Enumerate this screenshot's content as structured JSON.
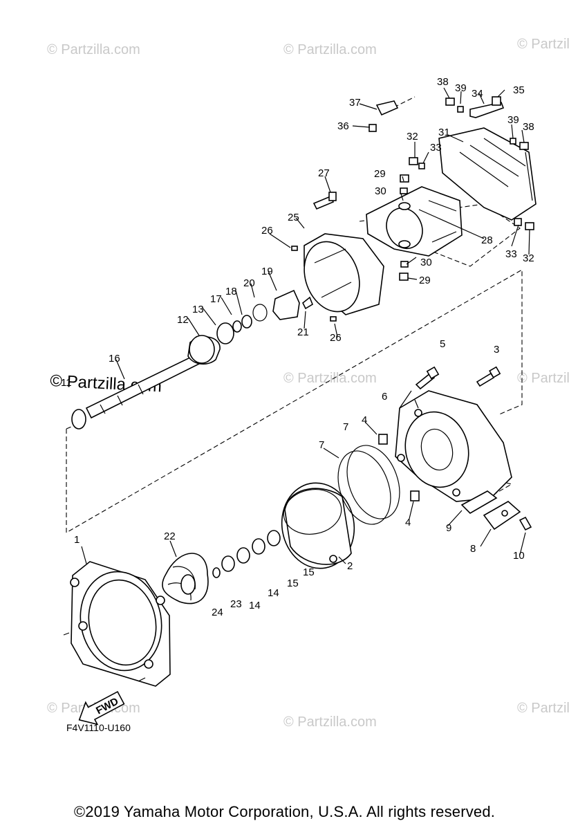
{
  "diagram": {
    "reference_code": "F4V1110-U160",
    "forward_marker": "FWD",
    "watermark_text": "© Partzilla.com",
    "watermark_overlay_text": "© Partzilla.com",
    "part_numbers": [
      "1",
      "2",
      "3",
      "4",
      "4",
      "5",
      "6",
      "7",
      "7",
      "8",
      "9",
      "10",
      "11",
      "12",
      "13",
      "14",
      "14",
      "15",
      "15",
      "16",
      "17",
      "18",
      "19",
      "20",
      "21",
      "22",
      "23",
      "24",
      "25",
      "26",
      "26",
      "27",
      "28",
      "29",
      "29",
      "30",
      "30",
      "31",
      "32",
      "32",
      "33",
      "33",
      "34",
      "35",
      "36",
      "37",
      "38",
      "38",
      "39",
      "39"
    ]
  },
  "footer": {
    "copyright": "©2019  Yamaha Motor Corporation, U.S.A. All rights reserved."
  }
}
